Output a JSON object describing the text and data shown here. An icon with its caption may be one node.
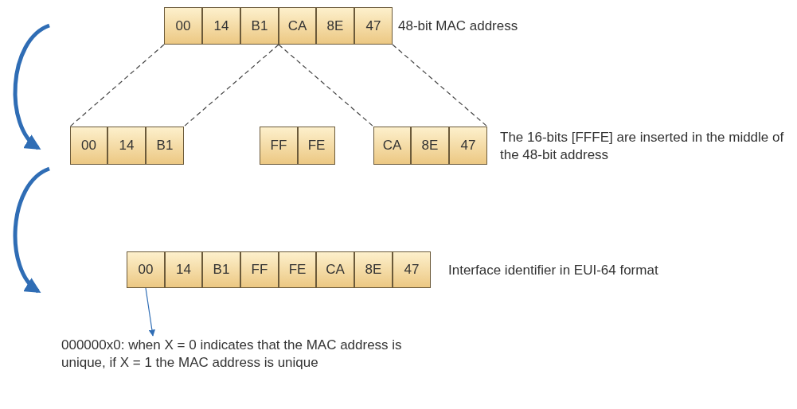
{
  "diagram": {
    "nodes": [
      {
        "text": [
          "00"
        ]
      },
      {
        "text": [
          "14"
        ]
      },
      {
        "text": [
          "B1"
        ]
      },
      {
        "text": [
          "CA"
        ]
      },
      {
        "text": [
          "8E"
        ]
      },
      {
        "text": [
          "47"
        ]
      },
      {
        "text": [
          "00"
        ]
      },
      {
        "text": [
          "14"
        ]
      },
      {
        "text": [
          "B1"
        ]
      },
      {
        "text": [
          "FF"
        ]
      },
      {
        "text": [
          "FE"
        ]
      },
      {
        "text": [
          "CA"
        ]
      },
      {
        "text": [
          "8E"
        ]
      },
      {
        "text": [
          "47"
        ]
      },
      {
        "text": [
          "00"
        ]
      },
      {
        "text": [
          "14"
        ]
      },
      {
        "text": [
          "B1"
        ]
      },
      {
        "text": [
          "FF"
        ]
      },
      {
        "text": [
          "FE"
        ]
      },
      {
        "text": [
          "CA"
        ]
      },
      {
        "text": [
          "8E"
        ]
      },
      {
        "text": [
          "47"
        ]
      },
      {
        "text": [
          "000000x0: when X = 0 indicates that the MAC address is unique, if X = 1 the MAC address is unique"
        ]
      }
    ],
    "edges": [
      {
        "from": 0,
        "to": 6,
        "arrow": "none",
        "style": "dashed"
      },
      {
        "from": 2,
        "to": 8,
        "arrow": "none",
        "style": "dashed"
      },
      {
        "from": 3,
        "to": 11,
        "arrow": "none",
        "style": "dashed"
      },
      {
        "from": 5,
        "to": 13,
        "arrow": "none",
        "style": "dashed"
      },
      {
        "from": 14,
        "to": 22,
        "arrow": "to",
        "color": "#2f6db5"
      }
    ],
    "labels": [
      "48-bit MAC address",
      "The 16-bits [FFFE] are inserted in the middle of the 48-bit address",
      "Interface identifier in EUI-64 format"
    ]
  }
}
